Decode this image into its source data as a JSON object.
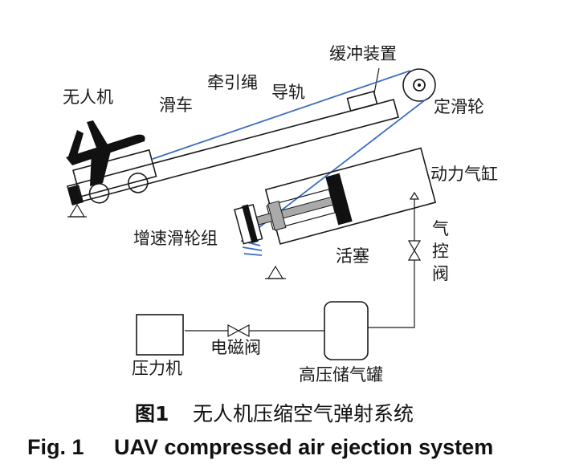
{
  "labels": {
    "uav": "无人机",
    "trolley": "滑车",
    "traction_rope": "牵引绳",
    "guide_rail": "导轨",
    "buffer_device": "缓冲装置",
    "fixed_pulley": "定滑轮",
    "power_cylinder": "动力气缸",
    "gas_control_valve": [
      "气",
      "控",
      "阀"
    ],
    "speed_pulley_group": "增速滑轮组",
    "piston": "活塞",
    "compressor": "压力机",
    "solenoid_valve": "电磁阀",
    "high_pressure_tank": "高压储气罐"
  },
  "caption": {
    "cn_fig": "图1",
    "cn_title": "无人机压缩空气弹射系统",
    "en_fig": "Fig. 1",
    "en_title": "UAV compressed air ejection system"
  },
  "colors": {
    "rope": "#3b6cc0",
    "line": "#1a1a1a",
    "solid": "#111111",
    "rod": "#aaaaaa"
  }
}
